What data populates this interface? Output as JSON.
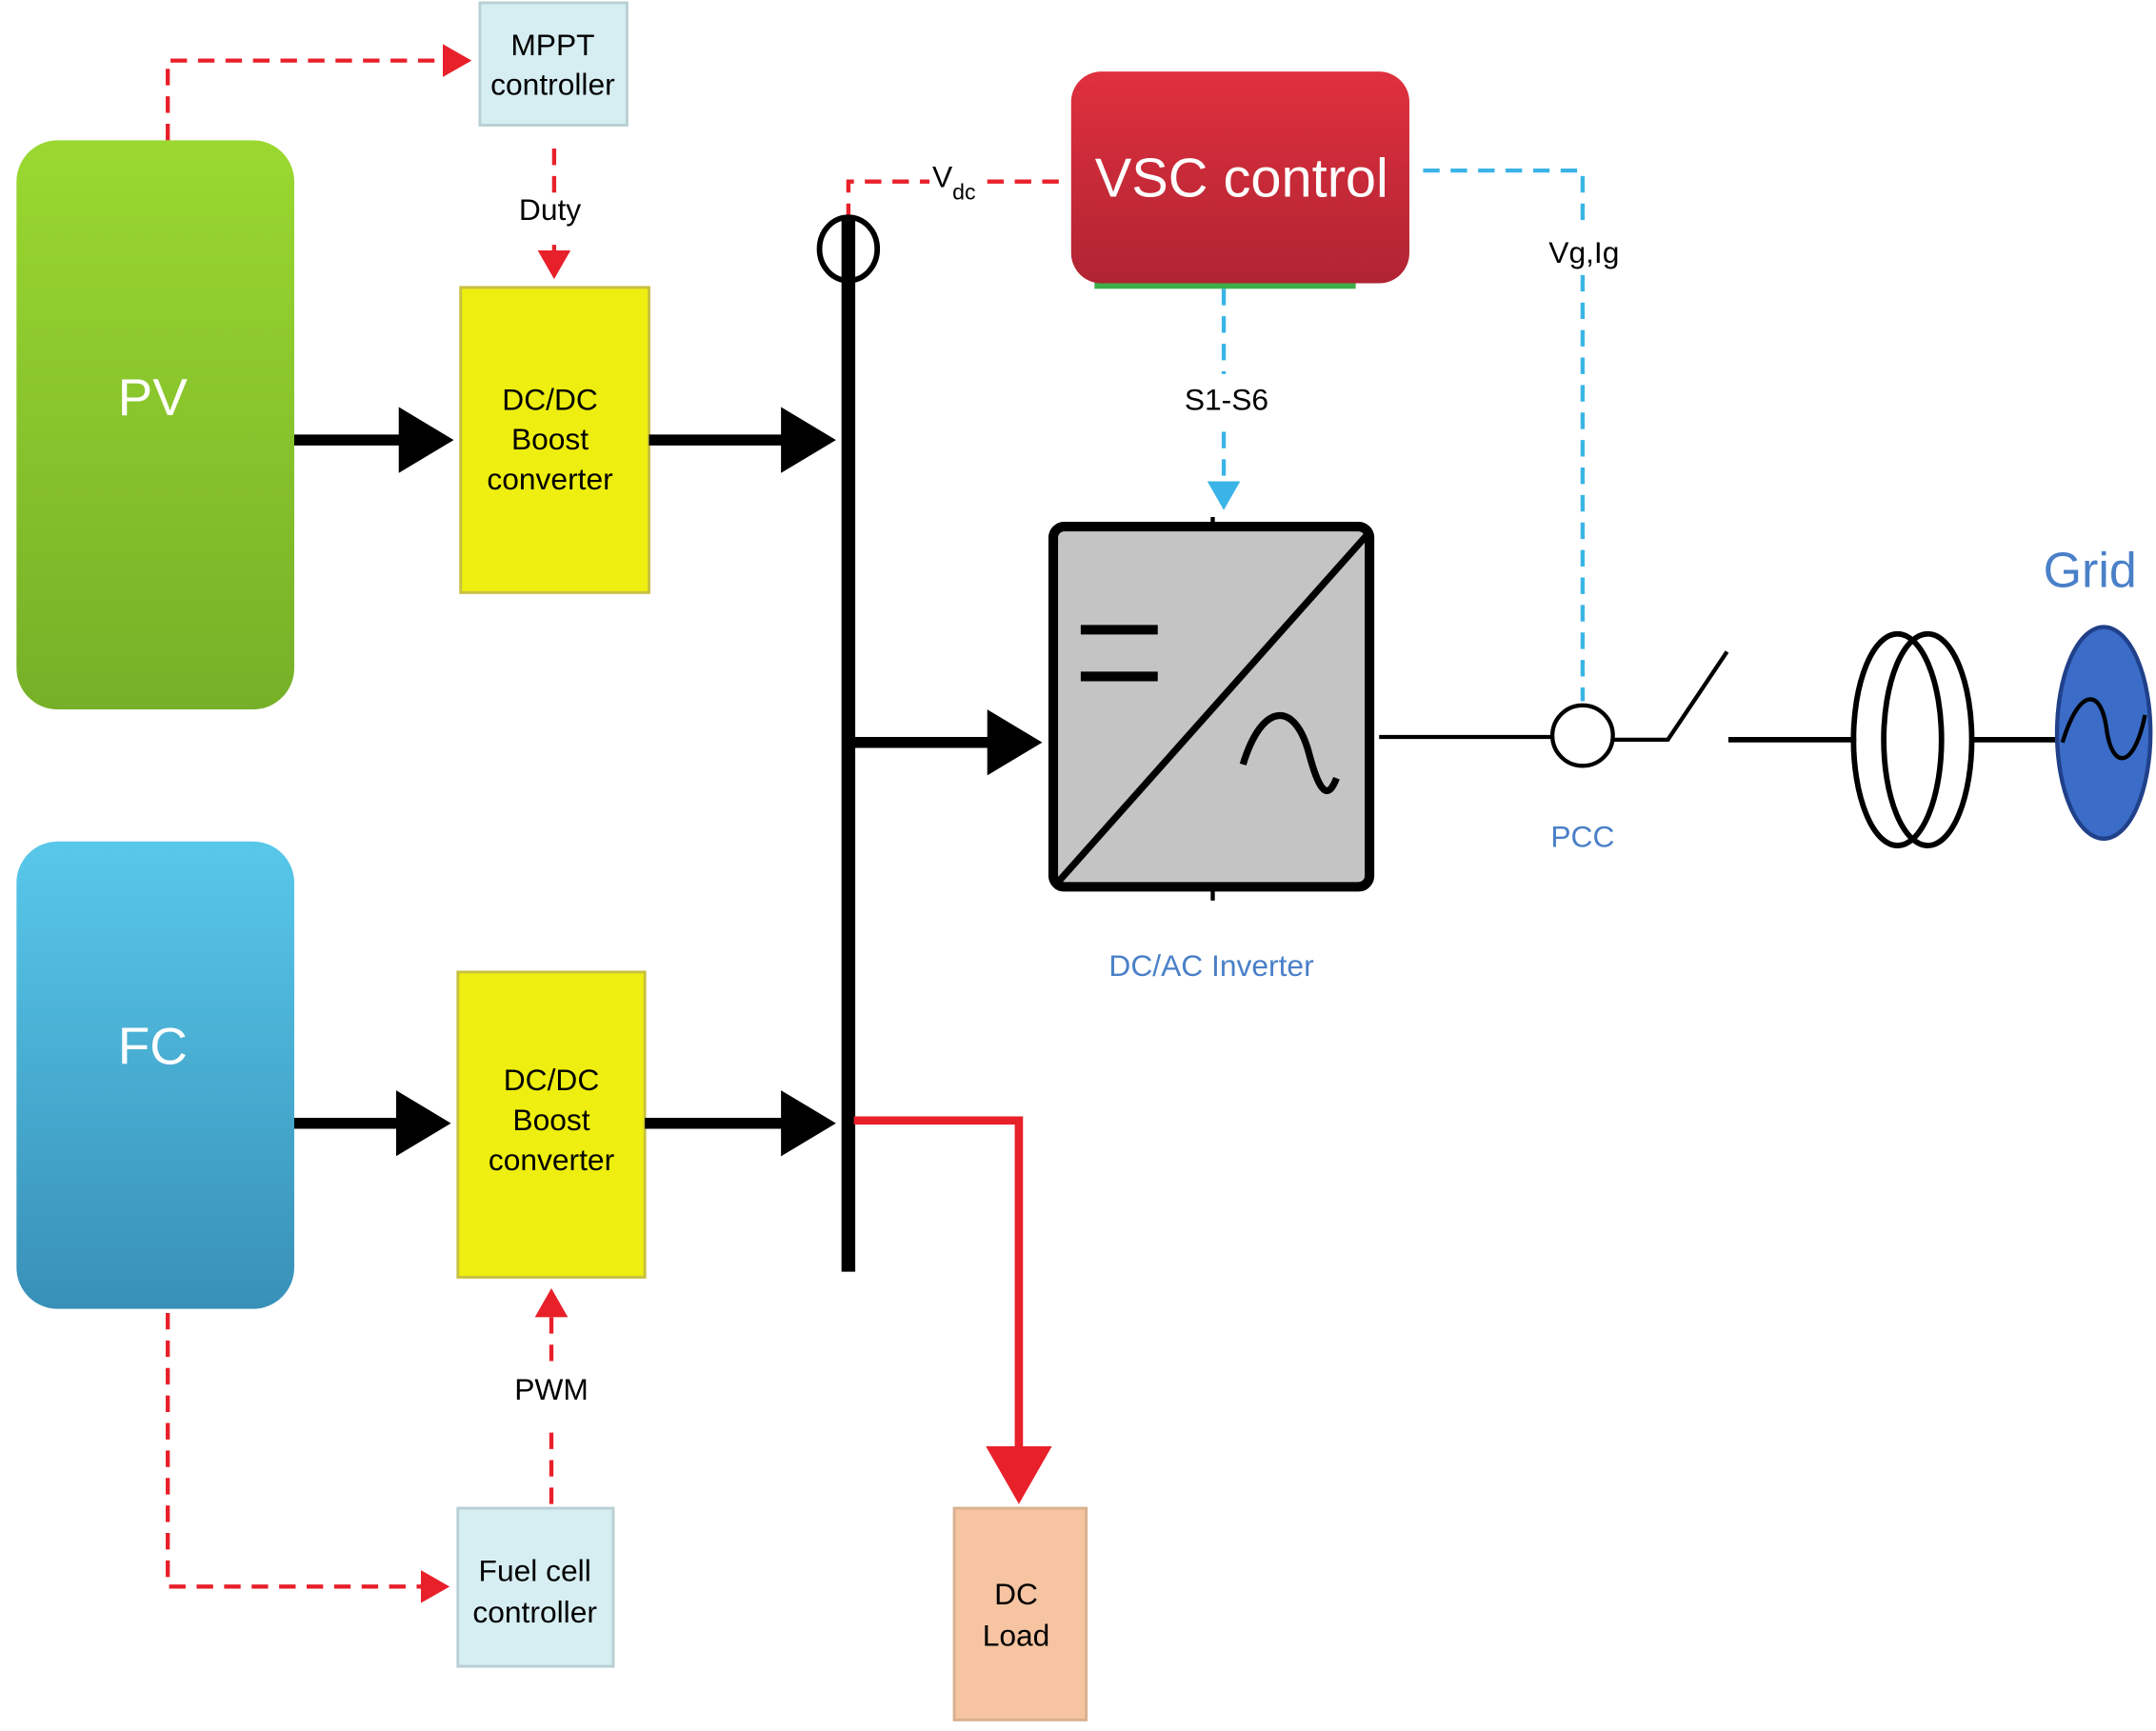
{
  "blocks": {
    "pv": "PV",
    "fc": "FC",
    "mppt": [
      "MPPT",
      "controller"
    ],
    "boost_top": [
      "DC/DC",
      "Boost",
      "converter"
    ],
    "boost_bottom": [
      "DC/DC",
      "Boost",
      "converter"
    ],
    "fuel_cell_controller": [
      "Fuel cell",
      "controller"
    ],
    "vsc_control": "VSC control",
    "dc_load": [
      "DC",
      "Load"
    ]
  },
  "labels": {
    "duty": "Duty",
    "pwm": "PWM",
    "vdc_main": "V",
    "vdc_sub": "dc",
    "s1s6": "S1-S6",
    "vgig": "Vg,Ig",
    "inverter": "DC/AC Inverter",
    "pcc": "PCC",
    "grid": "Grid"
  },
  "colors": {
    "pv": "#8ccf2a",
    "fc": "#3aa8d4",
    "boost": "#eeee10",
    "controller": "#d6eef2",
    "vsc": "#c8283a",
    "dc_load": "#f6c4a0",
    "control_red": "#e8202a",
    "control_blue": "#3ab4e6",
    "label_blue": "#4a80c8",
    "grid_source": "#3a6cc8",
    "inverter_fill": "#c4c4c4"
  }
}
